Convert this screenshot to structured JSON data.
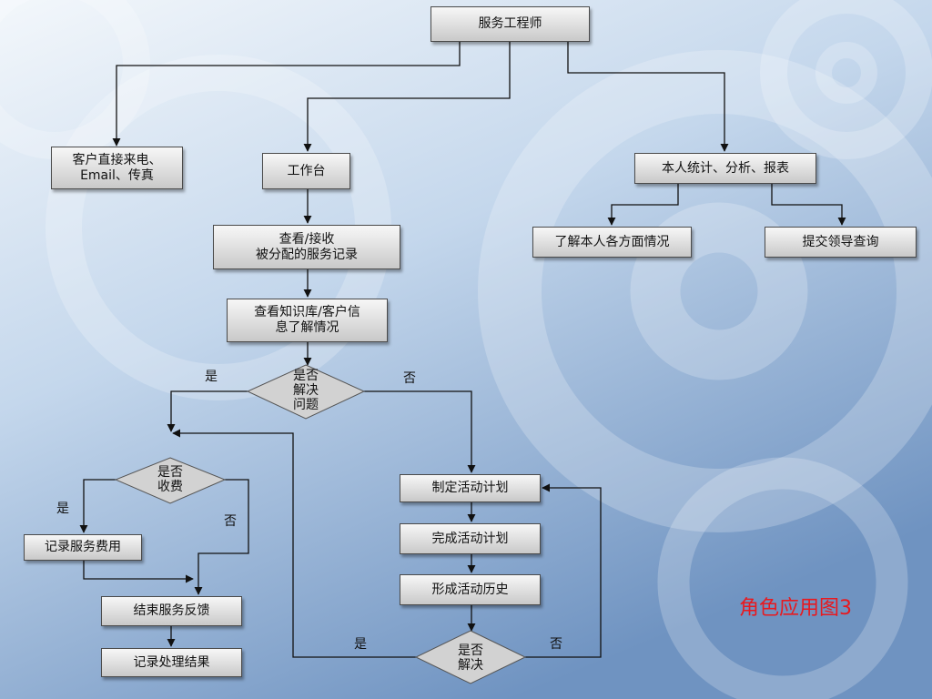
{
  "colors": {
    "background_top": "#e9f1f9",
    "background_bottom": "#6f93c1",
    "box_fill_top": "#f7f7f7",
    "box_fill_bottom": "#c9c9c9",
    "line": "#111111",
    "caption": "#e8191f"
  },
  "diagram": {
    "caption": "角色应用图3",
    "nodes": {
      "engineer": "服务工程师",
      "direct_call": "客户直接来电、\nEmail、传真",
      "workbench": "工作台",
      "stats": "本人统计、分析、报表",
      "view_records": "查看/接收\n被分配的服务记录",
      "understand_self": "了解本人各方面情况",
      "submit_leader": "提交领导查询",
      "view_kb": "查看知识库/客户信\n息了解情况",
      "decide_solved_1": "是否\n解决\n问题",
      "decide_charge": "是否\n收费",
      "record_fee": "记录服务费用",
      "make_plan": "制定活动计划",
      "finish_plan": "完成活动计划",
      "form_history": "形成活动历史",
      "end_feedback": "结束服务反馈",
      "record_result": "记录处理结果",
      "decide_solved_2": "是否\n解决"
    },
    "edge_labels": {
      "solved1_yes": "是",
      "solved1_no": "否",
      "charge_yes": "是",
      "charge_no": "否",
      "solved2_yes": "是",
      "solved2_no": "否"
    }
  }
}
